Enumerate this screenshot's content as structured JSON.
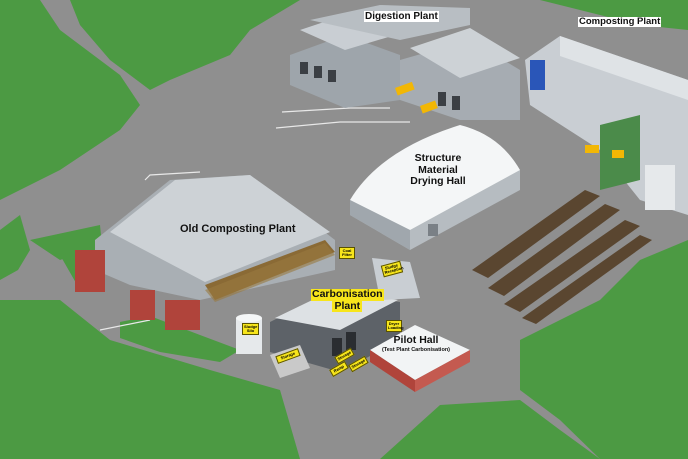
{
  "labels": {
    "digestion": "Digestion Plant",
    "composting": "Composting Plant",
    "structure_line1": "Structure",
    "structure_line2": "Material",
    "structure_line3": "Drying Hall",
    "old_composting": "Old Composting Plant",
    "carbonisation_line1": "Carbonisation",
    "carbonisation_line2": "Plant",
    "pilot_title": "Pilot Hall",
    "pilot_subtitle": "(Test Plant Carbonisation)"
  },
  "small_tags": {
    "coal_filter": "Coal Filter",
    "sludge_silo": "Sludge Silo",
    "reception": "Sludge Reception",
    "dryer_loading": "Dryer Loading",
    "storage_a": "Storage",
    "storage_b": "Storage",
    "storage_c": "Storage",
    "ramp": "Ramp"
  },
  "colors": {
    "grass": "#4c9a43",
    "road": "#8f8f8f",
    "roof": "#c9ced3",
    "wall": "#9ea5ab",
    "label_highlight": "#f7e51b",
    "brick": "#b0443b",
    "compost": "#5a4630"
  }
}
